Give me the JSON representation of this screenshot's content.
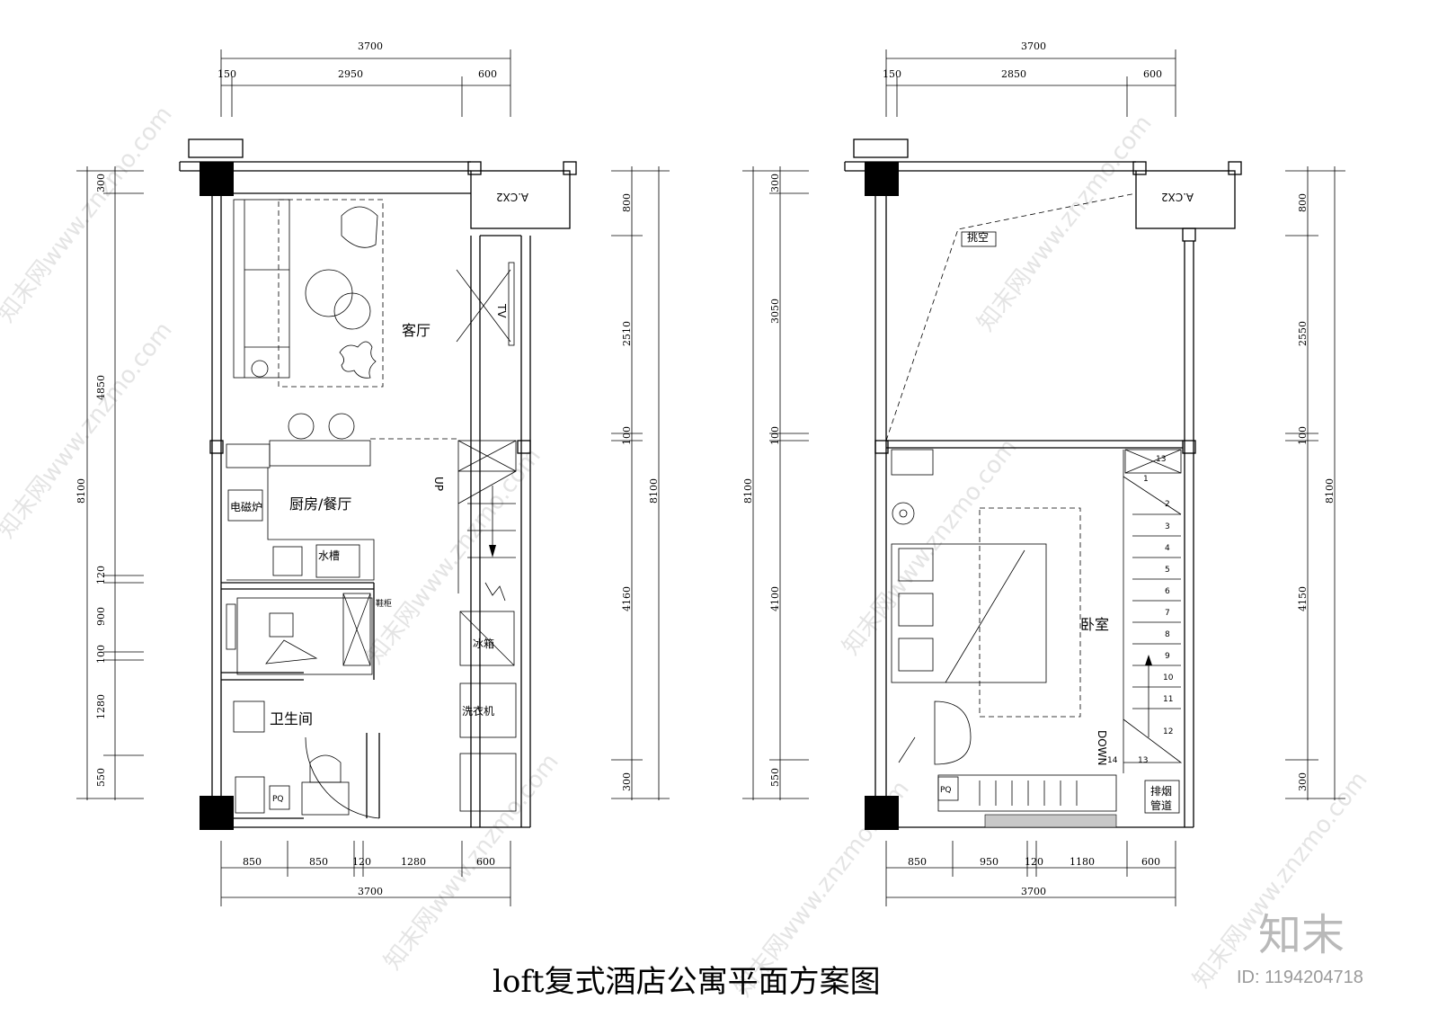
{
  "title": "loft复式酒店公寓平面方案图",
  "watermark": {
    "brand": "知末",
    "id": "ID: 1194204718",
    "repeat_text": "知末网www.znzmo.com"
  },
  "left_plan": {
    "dims_top": [
      "3700",
      "150",
      "2950",
      "600"
    ],
    "dims_bottom": [
      "850",
      "850",
      "120",
      "1280",
      "600",
      "3700"
    ],
    "dims_left": [
      "300",
      "4850",
      "8100",
      "120",
      "900",
      "100",
      "1280",
      "550"
    ],
    "dims_right": [
      "800",
      "2510",
      "100",
      "8100",
      "4160",
      "300"
    ],
    "rooms": {
      "living": "客厅",
      "kitchen": "厨房/餐厅",
      "bath": "卫生间",
      "sink": "水槽",
      "stove": "电磁炉",
      "fridge": "冰箱",
      "washer": "洗衣机",
      "shoe": "鞋柜",
      "tv": "TV",
      "up": "UP",
      "kt": "A.CX2",
      "pq": "PQ"
    }
  },
  "right_plan": {
    "dims_top": [
      "3700",
      "150",
      "2850",
      "600"
    ],
    "dims_bottom": [
      "850",
      "950",
      "120",
      "1180",
      "600",
      "3700"
    ],
    "dims_left": [
      "300",
      "3050",
      "100",
      "8100",
      "4100",
      "550"
    ],
    "dims_right": [
      "800",
      "2550",
      "100",
      "8100",
      "4150",
      "300"
    ],
    "rooms": {
      "void": "挑空",
      "bedroom": "卧室",
      "down": "DOWN",
      "duct_1": "排烟",
      "duct_2": "管道",
      "kt": "A.CX2",
      "pq": "PQ"
    },
    "steps": [
      "13",
      "1",
      "2",
      "3",
      "4",
      "5",
      "6",
      "7",
      "8",
      "9",
      "10",
      "11",
      "12",
      "14",
      "13"
    ]
  }
}
